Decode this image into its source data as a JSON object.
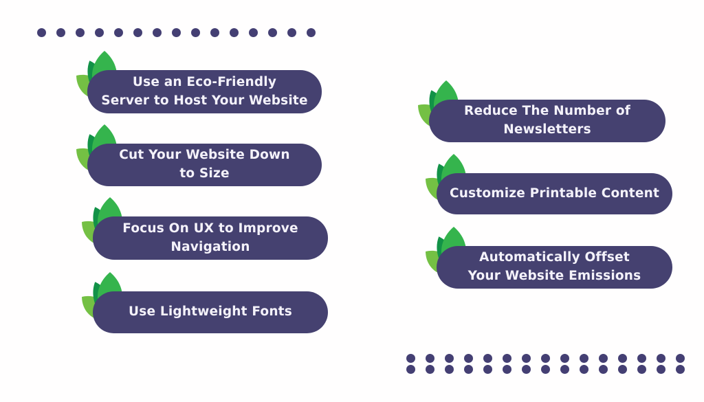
{
  "background": "#fffefe",
  "colors": {
    "pill": "#454170",
    "text": "#f4f2fa",
    "dot": "#443f73",
    "leaf_light": "#74c044",
    "leaf_mid": "#35b44d",
    "leaf_dark": "#1ba14b",
    "leaf_deep": "#129247"
  },
  "tips": [
    {
      "lines": [
        "Use an Eco-Friendly",
        "Server to Host Your Website"
      ]
    },
    {
      "lines": [
        "Cut Your Website Down",
        "to Size"
      ]
    },
    {
      "lines": [
        "Focus On UX to Improve",
        "Navigation"
      ]
    },
    {
      "lines": [
        "Use Lightweight Fonts"
      ]
    },
    {
      "lines": [
        "Reduce The Number of",
        "Newsletters"
      ]
    },
    {
      "lines": [
        "Customize Printable Content"
      ]
    },
    {
      "lines": [
        "Automatically Offset",
        "Your Website Emissions"
      ]
    }
  ],
  "decor": {
    "top_dot_row": {
      "count": 15,
      "rows": 1
    },
    "bottom_dot_grid": {
      "columns": 15,
      "rows": 2
    }
  }
}
